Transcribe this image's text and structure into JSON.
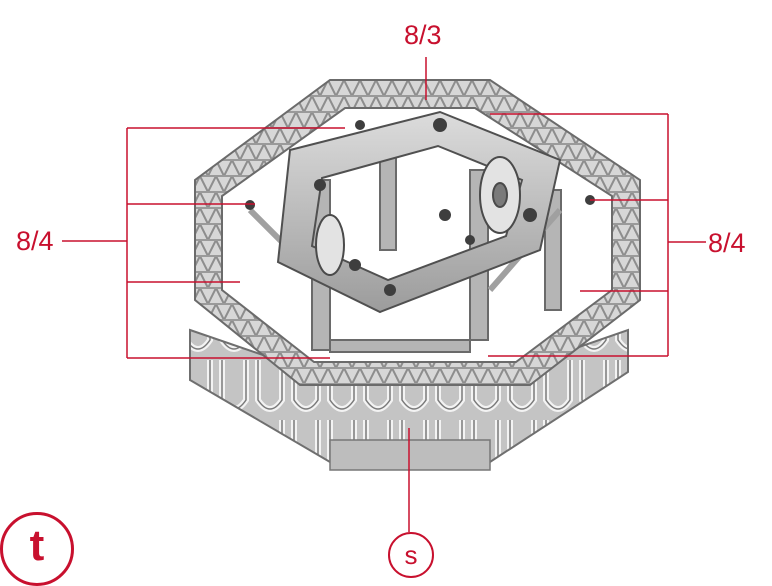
{
  "labels": {
    "top": "8/3",
    "left": "8/4",
    "right": "8/4"
  },
  "badges": {
    "t": "t",
    "s": "s"
  },
  "colors": {
    "accent": "#c8102e",
    "model_light": "#d9d9d9",
    "model_mid": "#a8a8a8",
    "model_dark": "#555555"
  }
}
